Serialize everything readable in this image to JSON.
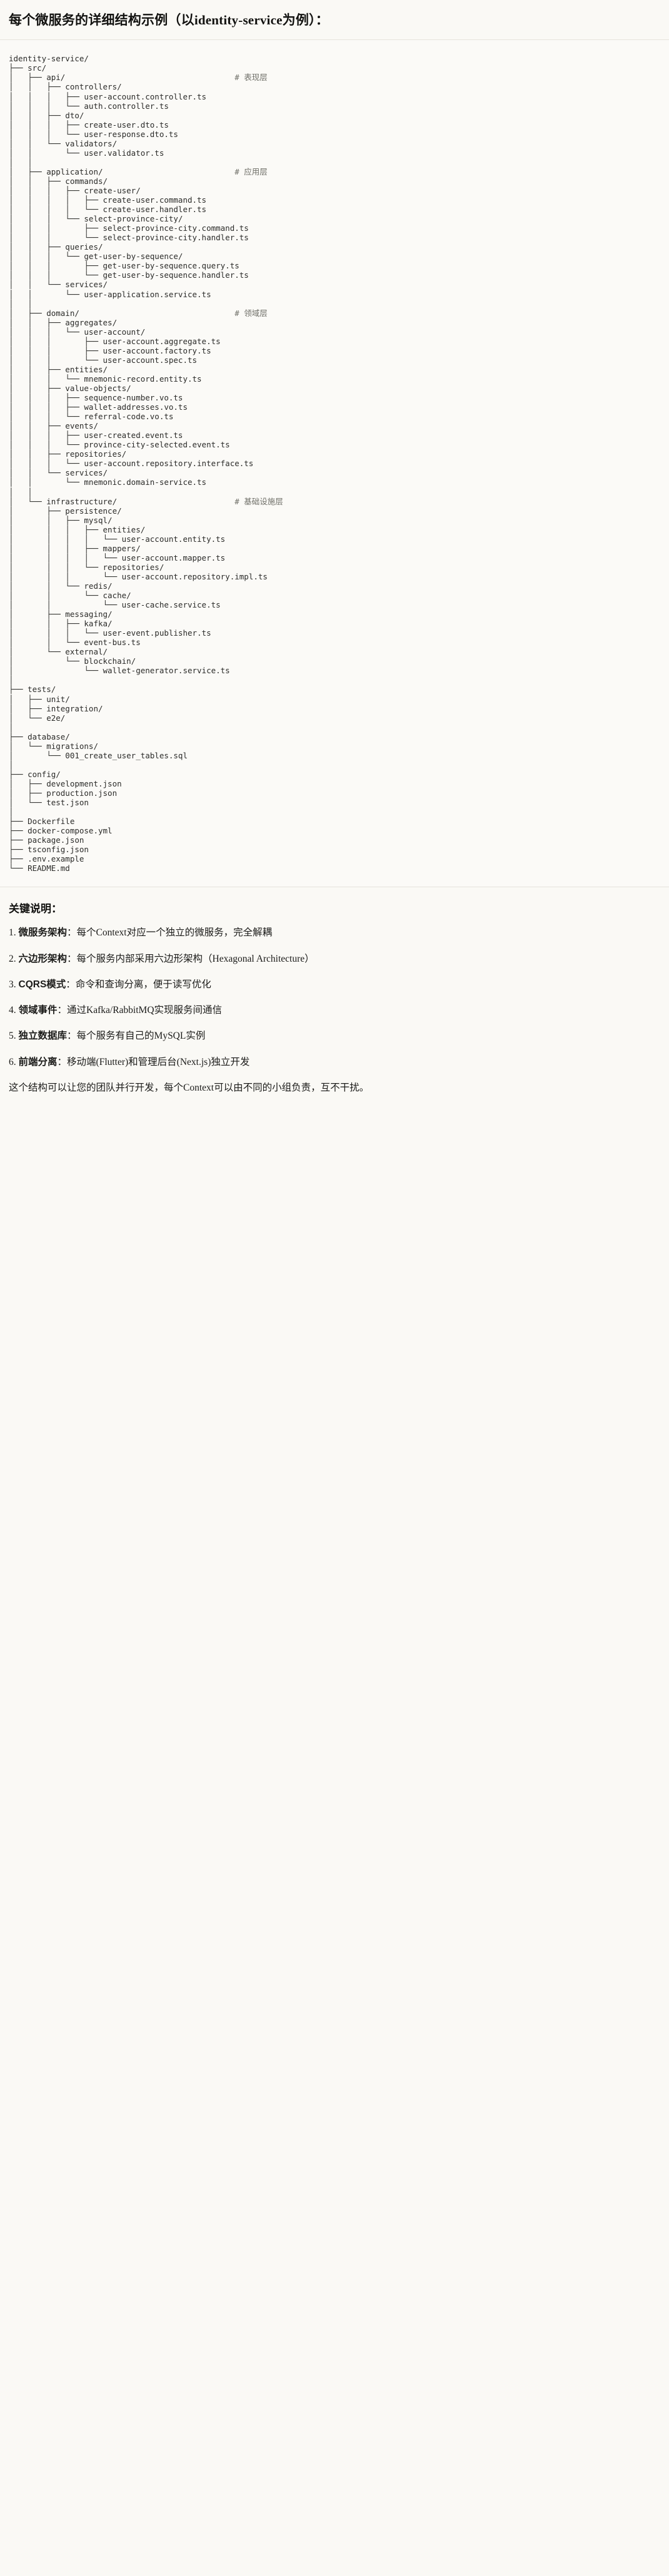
{
  "heading": {
    "text_zh_prefix": "每个微服务的详细结构示例（以",
    "text_latin": "identity-service",
    "text_zh_suffix": "为例）：",
    "full": "每个微服务的详细结构示例（以identity-service为例）："
  },
  "tree": {
    "root": "identity-service/",
    "comments": {
      "api": "# 表现层",
      "application": "# 应用层",
      "domain": "# 领域层",
      "infrastructure": "# 基础设施层"
    },
    "lines": [
      "identity-service/",
      "├── src/",
      "│   ├── api/                                    # 表现层",
      "│   │   ├── controllers/",
      "│   │   │   ├── user-account.controller.ts",
      "│   │   │   └── auth.controller.ts",
      "│   │   ├── dto/",
      "│   │   │   ├── create-user.dto.ts",
      "│   │   │   └── user-response.dto.ts",
      "│   │   └── validators/",
      "│   │       └── user.validator.ts",
      "│   │",
      "│   ├── application/                            # 应用层",
      "│   │   ├── commands/",
      "│   │   │   ├── create-user/",
      "│   │   │   │   ├── create-user.command.ts",
      "│   │   │   │   └── create-user.handler.ts",
      "│   │   │   └── select-province-city/",
      "│   │   │       ├── select-province-city.command.ts",
      "│   │   │       └── select-province-city.handler.ts",
      "│   │   ├── queries/",
      "│   │   │   └── get-user-by-sequence/",
      "│   │   │       ├── get-user-by-sequence.query.ts",
      "│   │   │       └── get-user-by-sequence.handler.ts",
      "│   │   └── services/",
      "│   │       └── user-application.service.ts",
      "│   │",
      "│   ├── domain/                                 # 领域层",
      "│   │   ├── aggregates/",
      "│   │   │   └── user-account/",
      "│   │   │       ├── user-account.aggregate.ts",
      "│   │   │       ├── user-account.factory.ts",
      "│   │   │       └── user-account.spec.ts",
      "│   │   ├── entities/",
      "│   │   │   └── mnemonic-record.entity.ts",
      "│   │   ├── value-objects/",
      "│   │   │   ├── sequence-number.vo.ts",
      "│   │   │   ├── wallet-addresses.vo.ts",
      "│   │   │   └── referral-code.vo.ts",
      "│   │   ├── events/",
      "│   │   │   ├── user-created.event.ts",
      "│   │   │   └── province-city-selected.event.ts",
      "│   │   ├── repositories/",
      "│   │   │   └── user-account.repository.interface.ts",
      "│   │   └── services/",
      "│   │       └── mnemonic.domain-service.ts",
      "│   │",
      "│   └── infrastructure/                         # 基础设施层",
      "│       ├── persistence/",
      "│       │   ├── mysql/",
      "│       │   │   ├── entities/",
      "│       │   │   │   └── user-account.entity.ts",
      "│       │   │   ├── mappers/",
      "│       │   │   │   └── user-account.mapper.ts",
      "│       │   │   └── repositories/",
      "│       │   │       └── user-account.repository.impl.ts",
      "│       │   └── redis/",
      "│       │       └── cache/",
      "│       │           └── user-cache.service.ts",
      "│       ├── messaging/",
      "│       │   ├── kafka/",
      "│       │   │   └── user-event.publisher.ts",
      "│       │   └── event-bus.ts",
      "│       └── external/",
      "│           └── blockchain/",
      "│               └── wallet-generator.service.ts",
      "│",
      "├── tests/",
      "│   ├── unit/",
      "│   ├── integration/",
      "│   └── e2e/",
      "│",
      "├── database/",
      "│   └── migrations/",
      "│       └── 001_create_user_tables.sql",
      "│",
      "├── config/",
      "│   ├── development.json",
      "│   ├── production.json",
      "│   └── test.json",
      "│",
      "├── Dockerfile",
      "├── docker-compose.yml",
      "├── package.json",
      "├── tsconfig.json",
      "├── .env.example",
      "└── README.md"
    ]
  },
  "notes": {
    "title": "关键说明：",
    "items": [
      {
        "num": "1.",
        "term": "微服务架构",
        "sep": "：",
        "desc": "每个Context对应一个独立的微服务，完全解耦"
      },
      {
        "num": "2.",
        "term": "六边形架构",
        "sep": "：",
        "desc": "每个服务内部采用六边形架构（Hexagonal Architecture）"
      },
      {
        "num": "3.",
        "term": "CQRS模式",
        "sep": "：",
        "desc": "命令和查询分离，便于读写优化"
      },
      {
        "num": "4.",
        "term": "领域事件",
        "sep": "：",
        "desc": "通过Kafka/RabbitMQ实现服务间通信"
      },
      {
        "num": "5.",
        "term": "独立数据库",
        "sep": "：",
        "desc": "每个服务有自己的MySQL实例"
      },
      {
        "num": "6.",
        "term": "前端分离",
        "sep": "：",
        "desc": "移动端(Flutter)和管理后台(Next.js)独立开发"
      }
    ],
    "closing": "这个结构可以让您的团队并行开发，每个Context可以由不同的小组负责，互不干扰。"
  },
  "colors": {
    "page_background": "#faf9f5",
    "code_background": "#fbfaf7",
    "text": "#1b1b19",
    "code_text": "#2b2b29",
    "comment_text": "#6f6f68",
    "divider": "#e6e3dc"
  }
}
